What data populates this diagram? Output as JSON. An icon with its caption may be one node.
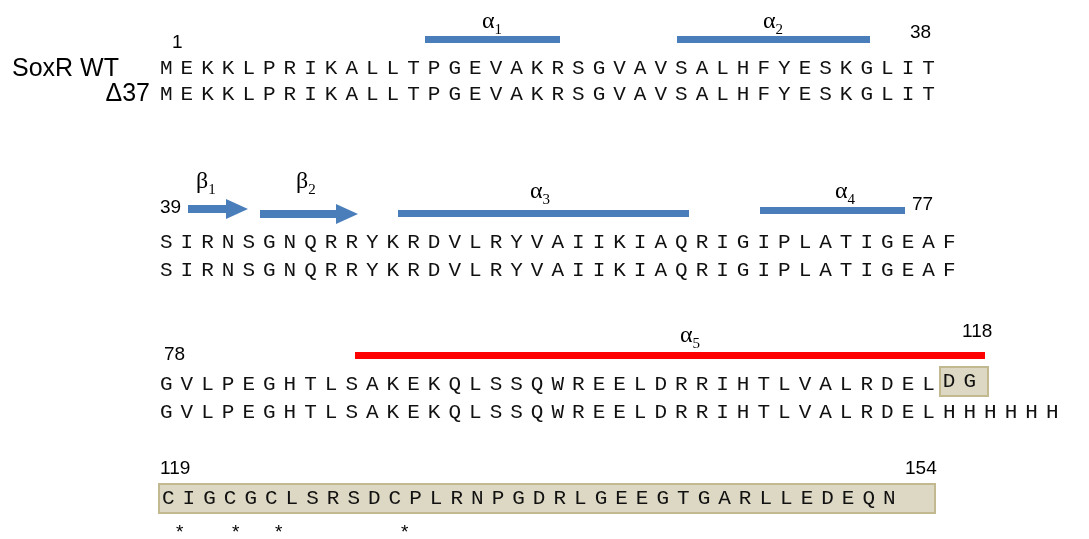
{
  "diagram": {
    "nodes": [
      {
        "text": [
          "α$_{1}$"
        ]
      },
      {
        "text": [
          "α$_{2}$"
        ]
      },
      {
        "text": [
          "β$_{1}$"
        ]
      },
      {
        "text": [
          "β$_{2}$"
        ]
      },
      {
        "text": [
          "α$_{3}$"
        ]
      },
      {
        "text": [
          "α$_{4}$"
        ]
      },
      {
        "text": [
          "α$_{5}$"
        ]
      },
      {
        "text": [
          "DG"
        ]
      },
      {
        "text": [
          "CIGCGCLSRSDCPLRNPGDRLGEEGTGARLLEDEQN"
        ]
      }
    ],
    "labels": [
      "1",
      "38",
      "SoxR WT",
      "MEKKLPRIKALLTPGEVAKRSGVAVSALHFYESKGLIT",
      "Δ37",
      "MEKKLPRIKALLTPGEVAKRSGVAVSALHFYESKGLIT",
      "39",
      "77",
      "SIRNSGNQRRYKRDVLRYVAIIKIAQRIGIPLATIGEAF",
      "SIRNSGNQRRYKRDVLRYVAIIKIAQRIGIPLATIGEAF",
      "78",
      "118",
      "GVLPEGHTLSAKEKQLSSQWREELDRRIHTLVALRDEL",
      "GVLPEGHTLSAKEKQLSSQWREELDRRIHTLVALRDELHHHHHH",
      "119",
      "154",
      "*",
      "*",
      "*",
      "*"
    ]
  }
}
